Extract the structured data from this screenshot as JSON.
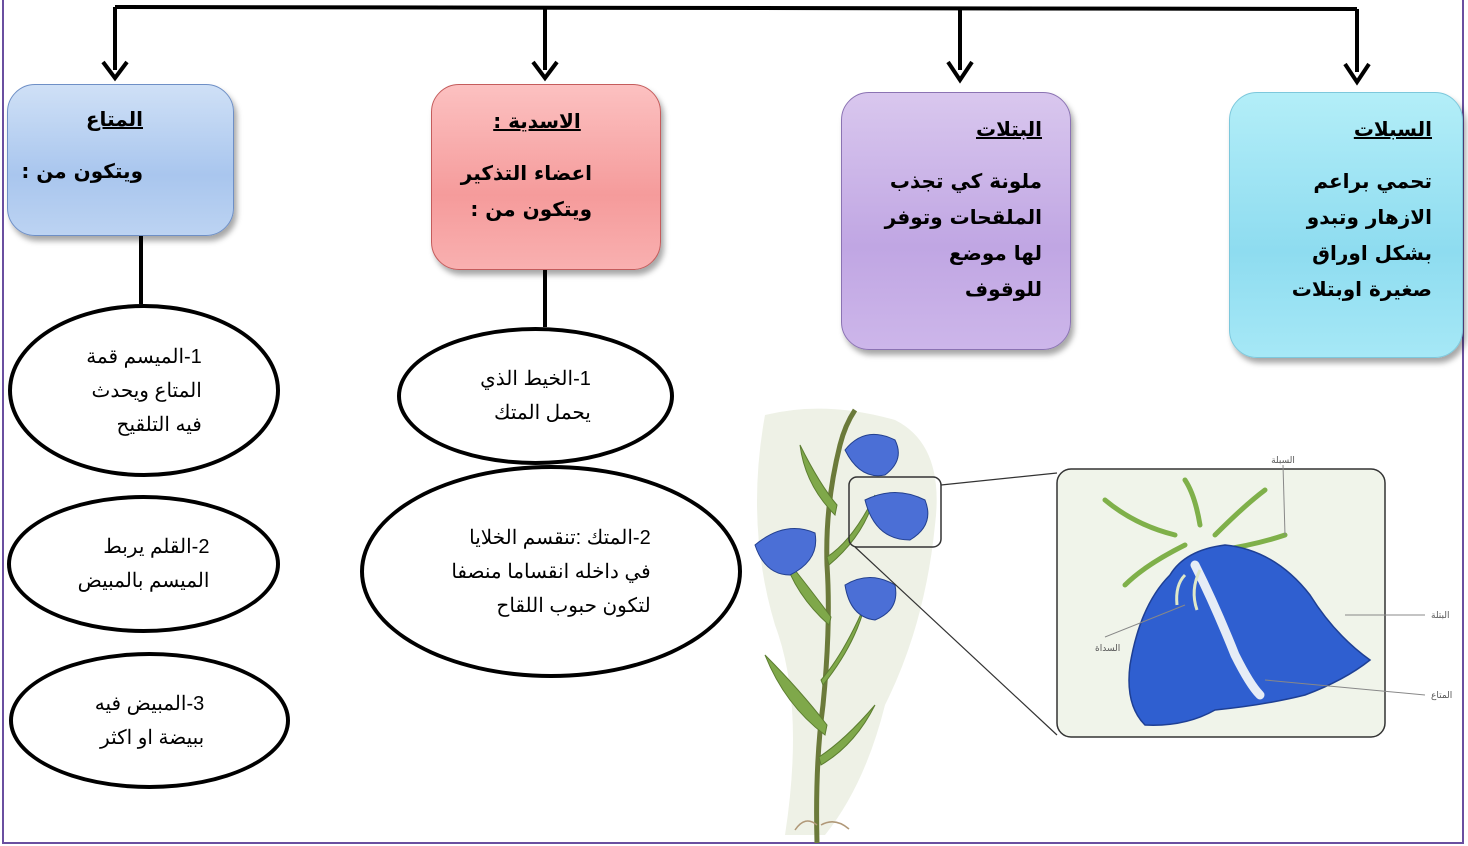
{
  "sepals": {
    "title": "السبلات",
    "lines": [
      "تحمي براعم",
      "الازهار وتبدو",
      "بشكل اوراق",
      "صغيرة اوبتلات"
    ]
  },
  "petals": {
    "title": "البتلات",
    "lines": [
      "ملونة كي تجذب",
      "الملقحات وتوفر",
      "لها موضع",
      "للوقوف"
    ]
  },
  "stamens": {
    "title": "الاسدية :",
    "lines": [
      "اعضاء التذكير",
      "ويتكون من :"
    ]
  },
  "pistil": {
    "title": "المتاع",
    "lines": [
      "ويتكون من :"
    ]
  },
  "stamen_parts": [
    [
      "1-الخيط الذي",
      "يحمل المتك"
    ],
    [
      "2-المتك :تنقسم الخلايا",
      "في داخله انقساما منصفا",
      "لتكون حبوب اللقاح"
    ]
  ],
  "pistil_parts": [
    [
      "1-الميسم قمة",
      "المتاع ويحدث",
      "فيه التلقيح"
    ],
    [
      "2-القلم يربط",
      "الميسم بالمبيض"
    ],
    [
      "3-المبيض فيه",
      "ببيضة او اكثر"
    ]
  ],
  "figure_labels": {
    "sepal": "السبلة",
    "petal": "البتلة",
    "style": "السداة",
    "pistil": "المتاع"
  },
  "colors": {
    "sepals": "#9fe4f4",
    "petals": "#c8b0e8",
    "stamens": "#f7a8a8",
    "pistil": "#b3cdf0",
    "flower_blue": "#2f5fd0"
  }
}
